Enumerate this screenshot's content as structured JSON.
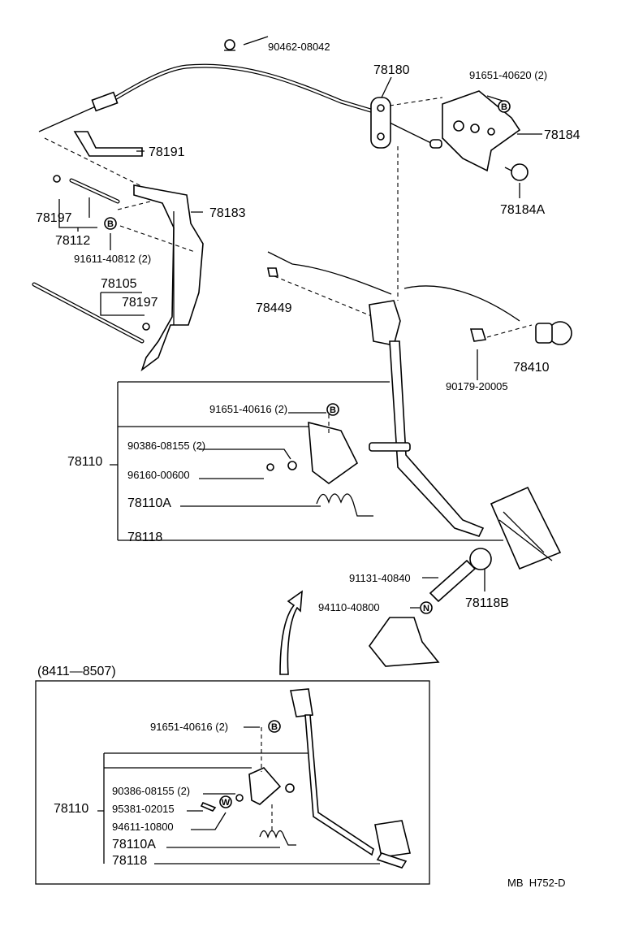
{
  "diagram": {
    "parts": {
      "p90462": "90462-08042",
      "p78180": "78180",
      "p91651_40620": "91651-40620 (2)",
      "p78184": "78184",
      "p78184A": "78184A",
      "p78191": "78191",
      "p78197a": "78197",
      "p78112": "78112",
      "p78183": "78183",
      "p91611": "91611-40812 (2)",
      "p78105": "78105",
      "p78197b": "78197",
      "p78449": "78449",
      "p78410": "78410",
      "p90179": "90179-20005",
      "p91651_40616": "91651-40616 (2)",
      "p90386": "90386-08155 (2)",
      "p78110": "78110",
      "p96160": "96160-00600",
      "p78110A": "78110A",
      "p78118": "78118",
      "p91131": "91131-40840",
      "p78118B": "78118B",
      "p94110": "94110-40800"
    },
    "markers": {
      "b": "B",
      "n": "N",
      "w": "W"
    },
    "inset": {
      "title": "(8411—8507)",
      "p91651_40616": "91651-40616 (2)",
      "p90386": "90386-08155 (2)",
      "p78110": "78110",
      "p95381": "95381-02015",
      "p94611": "94611-10800",
      "p78110A": "78110A",
      "p78118": "78118"
    },
    "code": "MB  H752-D"
  }
}
